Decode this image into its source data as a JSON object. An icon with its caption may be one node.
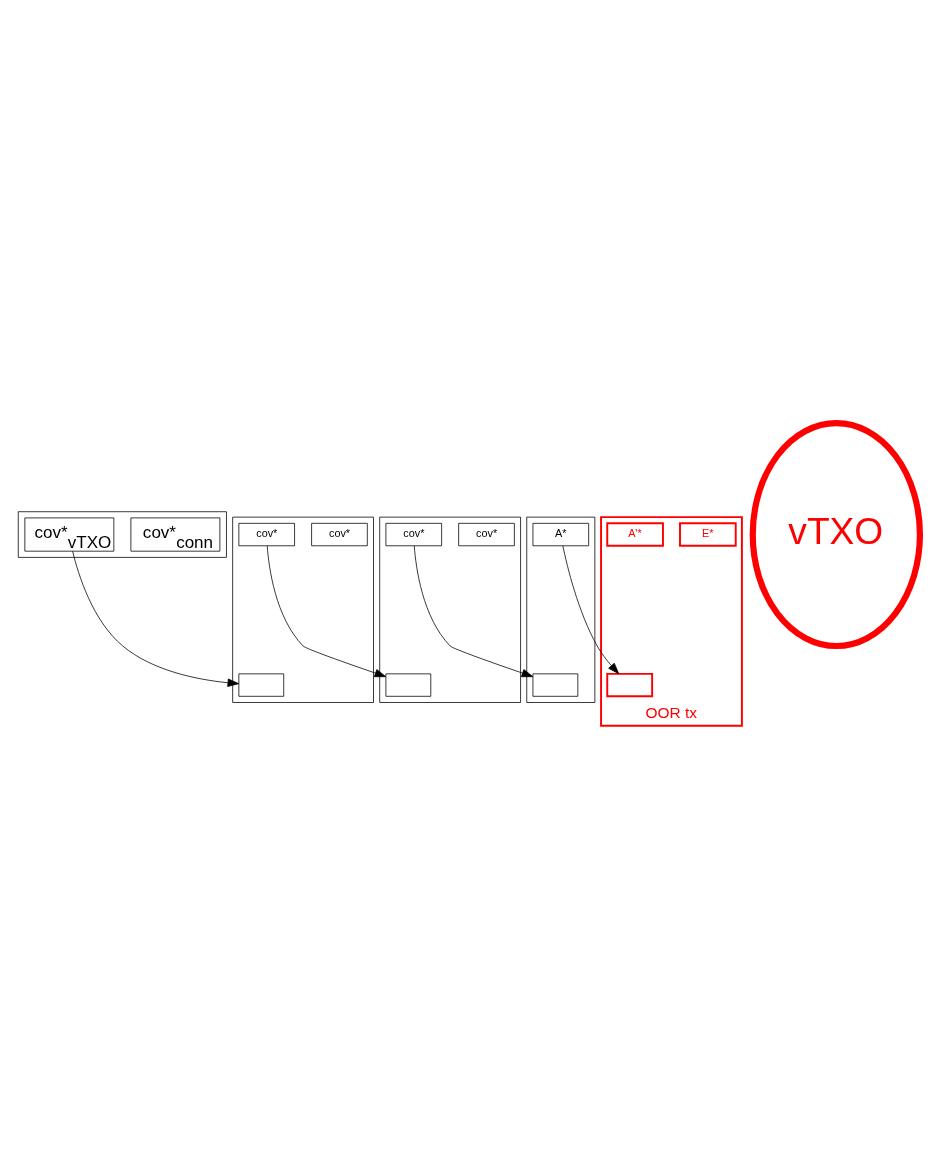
{
  "diagram": {
    "nodes": [
      {
        "text": [],
        "shape": "box"
      },
      {
        "text": [
          "cov*$_{conn}$"
        ],
        "in": 0
      },
      {
        "text": [
          "cov*$_{vTXO}$"
        ],
        "in": 0
      },
      {
        "text": [],
        "shape": "box"
      },
      {
        "text": [],
        "shape": "box",
        "in": 3
      },
      {
        "text": [
          "cov*"
        ],
        "in": 3
      },
      {
        "text": [
          "cov*"
        ],
        "in": 3
      },
      {
        "text": [],
        "shape": "box"
      },
      {
        "text": [],
        "shape": "box",
        "in": 7
      },
      {
        "text": [
          "cov*"
        ],
        "in": 7
      },
      {
        "text": [
          "cov*"
        ],
        "in": 7
      },
      {
        "text": [],
        "shape": "box"
      },
      {
        "text": [],
        "shape": "box",
        "in": 11
      },
      {
        "text": [
          "A*"
        ],
        "in": 11
      },
      {
        "text": [],
        "shape": "box",
        "beside": [
          "OOR tx"
        ]
      },
      {
        "text": [],
        "shape": "box",
        "in": 14
      },
      {
        "text": [
          "E*"
        ],
        "in": 14
      },
      {
        "text": [
          "A'*"
        ],
        "in": 14
      },
      {
        "text": [
          "vTXO"
        ]
      }
    ],
    "edges": [
      {
        "from": 2,
        "to": 4,
        "arrow": "to"
      },
      {
        "from": 6,
        "to": 8,
        "arrow": "to"
      },
      {
        "from": 10,
        "to": 12,
        "arrow": "to"
      },
      {
        "from": 13,
        "to": 15,
        "arrow": "to"
      }
    ]
  }
}
